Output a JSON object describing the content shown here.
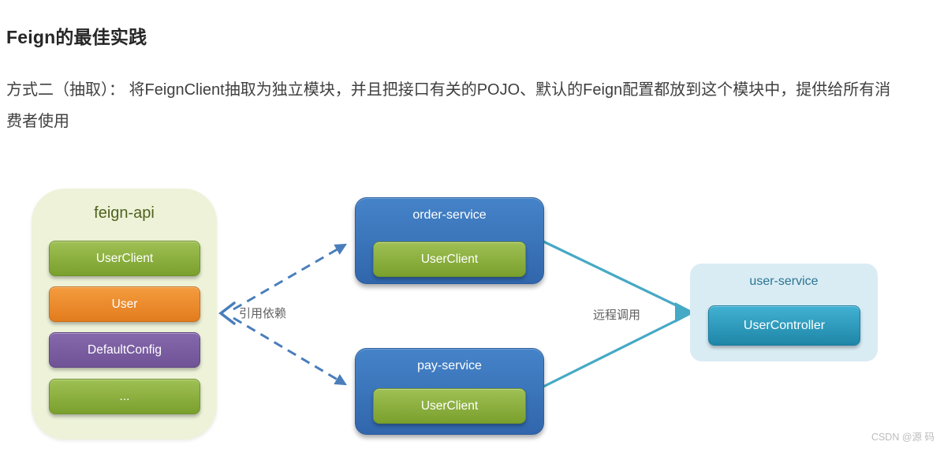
{
  "page": {
    "title": "Feign的最佳实践",
    "paragraph": "方式二（抽取）： 将FeignClient抽取为独立模块，并且把接口有关的POJO、默认的Feign配置都放到这个模块中，提供给所有消费者使用",
    "watermark": "CSDN @源 码"
  },
  "diagram": {
    "feign_api": {
      "title": "feign-api",
      "items": [
        {
          "label": "UserClient",
          "color": "#84ab39"
        },
        {
          "label": "User",
          "color": "#ef8a2c"
        },
        {
          "label": "DefaultConfig",
          "color": "#7d5fa5"
        },
        {
          "label": "...",
          "color": "#84ab39"
        }
      ]
    },
    "order_service": {
      "title": "order-service",
      "item": "UserClient"
    },
    "pay_service": {
      "title": "pay-service",
      "item": "UserClient"
    },
    "user_service": {
      "title": "user-service",
      "item": "UserController"
    },
    "edges": [
      {
        "label": "引用依赖",
        "type": "dashed",
        "from": [
          "order-service",
          "pay-service"
        ],
        "to": "feign-api"
      },
      {
        "label": "远程调用",
        "type": "solid",
        "from": [
          "order-service",
          "pay-service"
        ],
        "to": "user-service"
      }
    ],
    "colors": {
      "service_box_blue": "#3b79c2",
      "container_green": "#edf2d9",
      "container_blue": "#d9ecf4",
      "button_green": "#84ab39",
      "button_orange": "#ef8a2c",
      "button_purple": "#7d5fa5",
      "button_teal": "#2f9fc0",
      "dashed_arrow": "#4a7ebb",
      "solid_arrow": "#46a9c5",
      "feign_title_text": "#50621f",
      "user_service_title_text": "#2c7492"
    }
  }
}
